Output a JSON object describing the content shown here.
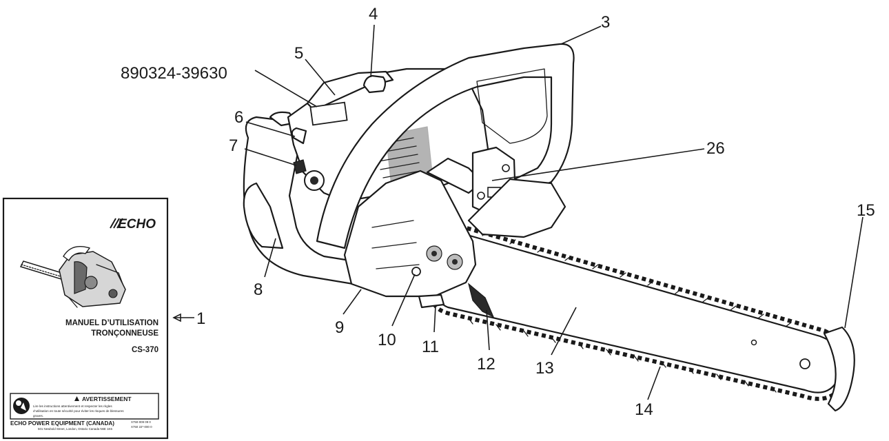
{
  "manual": {
    "brand": "ECHO",
    "title_line1": "MANUEL D’UTILISATION",
    "title_line2": "TRONÇONNEUSE",
    "model": "CS-370",
    "warning_heading": "AVERTISSEMENT",
    "warning_line1": "Lire les instructions attentivement et respecter les règles",
    "warning_line2": "d’utilisation en toute sécurité pour éviter les risques de blessures",
    "warning_line3": "graves.",
    "company": "ECHO POWER EQUIPMENT (CANADA)",
    "address": "501 Newbold Street, London, Ontario Canada N6E 1K6",
    "code1": "X750-009 09 0",
    "code2": "X750 22*-000 0"
  },
  "callouts": {
    "c1": "1",
    "c3": "3",
    "c4": "4",
    "c5": "5",
    "c6": "6",
    "c7": "7",
    "c8": "8",
    "c9": "9",
    "c10": "10",
    "c11": "11",
    "c12": "12",
    "c13": "13",
    "c14": "14",
    "c15": "15",
    "c26": "26",
    "part_number": "890324-39630"
  }
}
